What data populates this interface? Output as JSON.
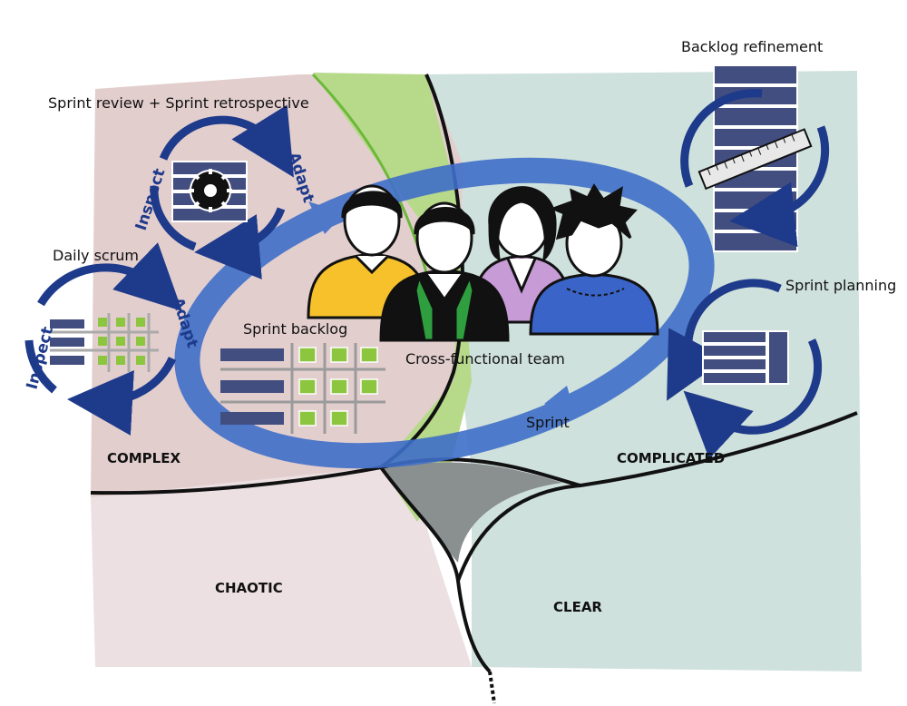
{
  "labels": {
    "sprint_review": "Sprint review + Sprint retrospective",
    "backlog_refinement": "Backlog refinement",
    "daily_scrum": "Daily scrum",
    "sprint_planning": "Sprint planning",
    "sprint_backlog": "Sprint backlog",
    "team": "Cross-functional team",
    "sprint": "Sprint"
  },
  "arrow_words": {
    "inspect": "Inspect",
    "adapt": "Adapt"
  },
  "domains": {
    "complex": "COMPLEX",
    "complicated": "COMPLICATED",
    "chaotic": "CHAOTIC",
    "clear": "CLEAR"
  },
  "colors": {
    "complex": "#e3cece",
    "chaotic": "#ede0e3",
    "complicated_clear": "#cfe1dc",
    "confusion": "#8a8f8f",
    "green_band": "#b7d98a",
    "sprint_loop": "#3f6fc9",
    "dark_blue": "#1e3a8a",
    "backlog_item": "#424d80",
    "task_green": "#8cc63f",
    "person_yellow": "#f6c12b",
    "person_green": "#2e9e3e",
    "person_purple": "#c79bd6",
    "person_blue": "#3a64c8"
  }
}
